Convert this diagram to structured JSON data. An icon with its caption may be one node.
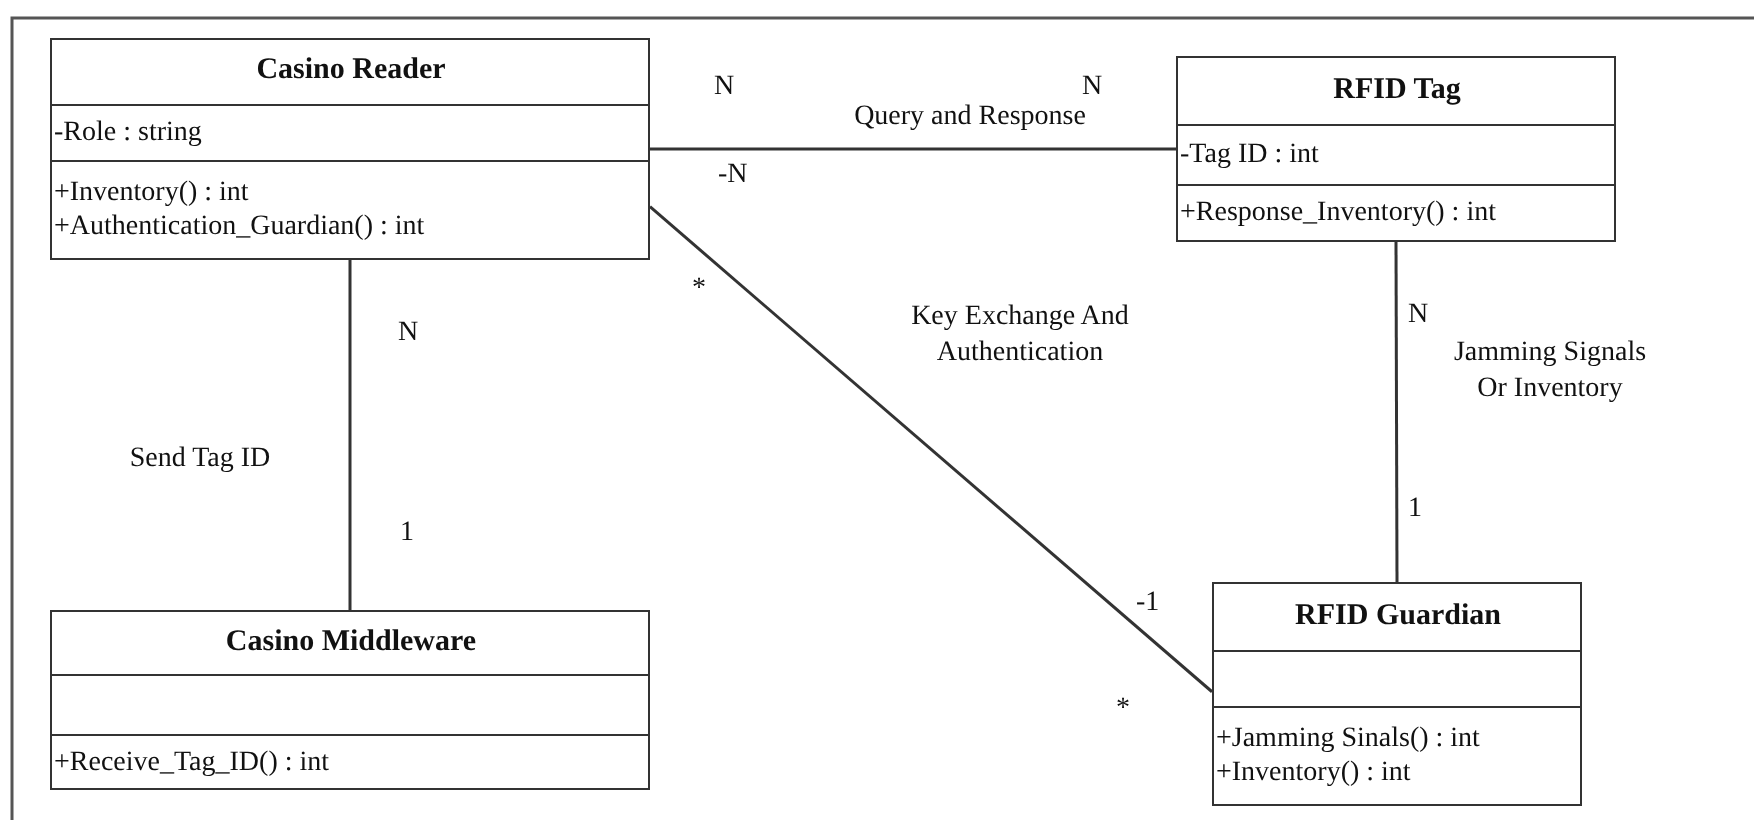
{
  "diagram": {
    "nodes": [
      {
        "text": [
          "Casino Reader",
          "-Role : string",
          "+Inventory() : int",
          "+Authentication_Guardian() : int"
        ]
      },
      {
        "text": [
          "RFID Tag",
          "-Tag ID : int",
          "+Response_Inventory() : int"
        ]
      },
      {
        "text": [
          "Casino Middleware",
          "+Receive_Tag_ID() : int"
        ]
      },
      {
        "text": [
          "RFID Guardian",
          "+Jamming Sinals() : int",
          "+Inventory() : int"
        ]
      }
    ],
    "edges": [
      {
        "from": 0,
        "to": 1,
        "arrow": "none",
        "label": "Query and Response"
      },
      {
        "from": 0,
        "to": 2,
        "arrow": "none",
        "label": "Send Tag ID"
      },
      {
        "from": 0,
        "to": 3,
        "arrow": "none",
        "label": "Key Exchange And Authentication"
      },
      {
        "from": 1,
        "to": 3,
        "arrow": "none",
        "label": "Jamming Signals Or Inventory"
      }
    ],
    "labels": [
      "N",
      "N",
      "-N",
      "*",
      "N",
      "N",
      "1",
      "1",
      "-1",
      "*"
    ]
  }
}
